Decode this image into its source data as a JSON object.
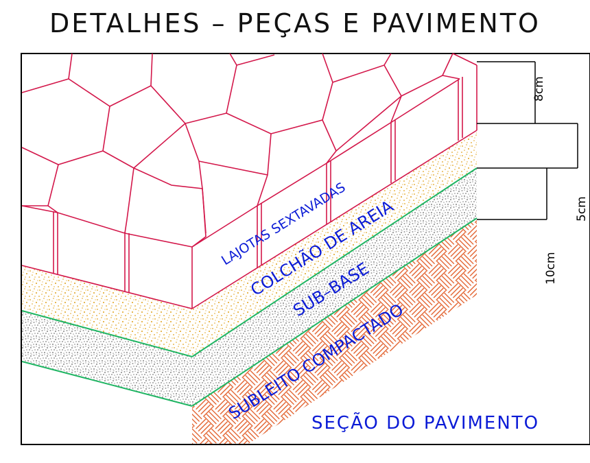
{
  "title": "DETALHES  –  PEÇAS E PAVIMENTO",
  "layers": {
    "pavers": "LAJOTAS SEXTAVADAS",
    "sand": "COLCHÃO DE AREIA",
    "subbase": "SUB–BASE",
    "subgrade": "SUBLEITO COMPACTADO"
  },
  "section_label": "SEÇÃO DO PAVIMENTO",
  "dimensions": {
    "paver": "8cm",
    "sand": "5cm",
    "subbase": "10cm"
  },
  "colors": {
    "paver_lines": "#d3174a",
    "sand": "#e0a21a",
    "subbase": "#9a9a9a",
    "subgrade": "#e0541c",
    "layer_line": "#1fb563",
    "label": "#0b1bd6"
  }
}
